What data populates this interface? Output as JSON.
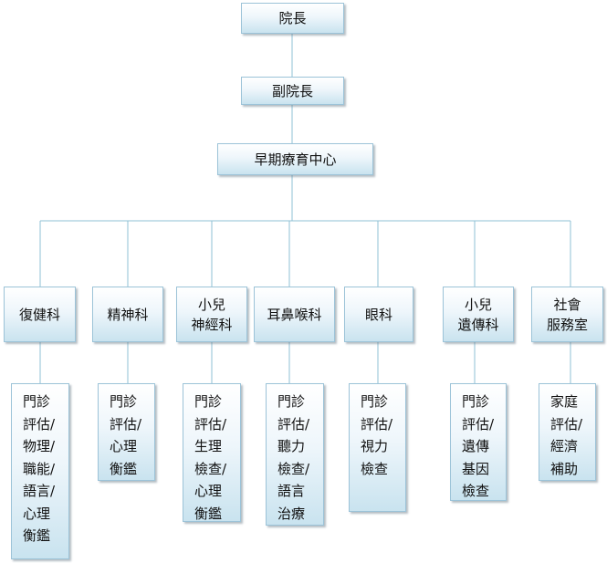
{
  "chart": {
    "top": [
      {
        "lines": [
          "院長"
        ]
      },
      {
        "lines": [
          "副院長"
        ]
      },
      {
        "lines": [
          "早期療育中心"
        ]
      }
    ],
    "departments": [
      {
        "lines": [
          "復健科"
        ],
        "services": [
          "門診",
          "評估/",
          "物理/",
          "職能/",
          "語言/",
          "心理",
          "衡鑑"
        ]
      },
      {
        "lines": [
          "精神科"
        ],
        "services": [
          "門診",
          "評估/",
          "心理",
          "衡鑑"
        ]
      },
      {
        "lines": [
          "小兒",
          "神經科"
        ],
        "services": [
          "門診",
          "評估/",
          "生理",
          "檢查/",
          "心理",
          "衡鑑"
        ]
      },
      {
        "lines": [
          "耳鼻喉科"
        ],
        "services": [
          "門診",
          "評估/",
          "聽力",
          "檢查/",
          "語言",
          "治療"
        ]
      },
      {
        "lines": [
          "眼科"
        ],
        "services": [
          "門診",
          "評估/",
          "視力",
          "檢查"
        ]
      },
      {
        "lines": [
          "小兒",
          "遺傳科"
        ],
        "services": [
          "門診",
          "評估/",
          "遺傳",
          "基因",
          "檢查"
        ]
      },
      {
        "lines": [
          "社會",
          "服務室"
        ],
        "services": [
          "家庭",
          "評估/",
          "經濟",
          "補助"
        ]
      }
    ]
  }
}
